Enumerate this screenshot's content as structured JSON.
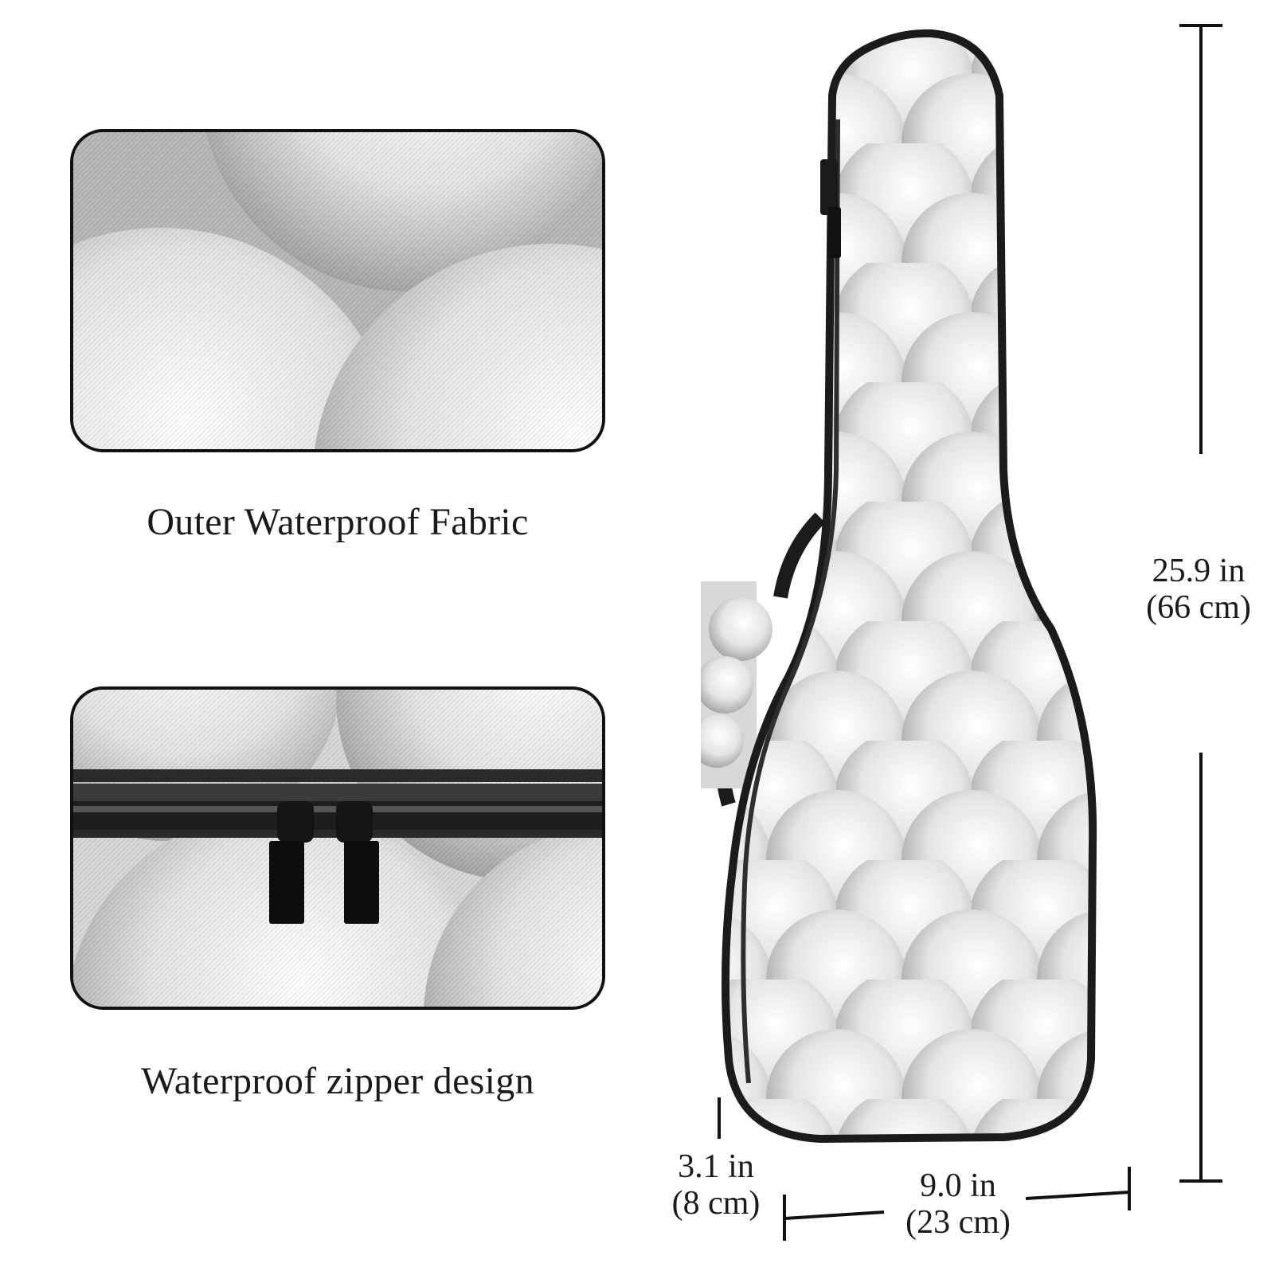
{
  "features": [
    {
      "caption": "Outer Waterproof Fabric"
    },
    {
      "caption": "Waterproof zipper design"
    }
  ],
  "dimensions": {
    "height": {
      "imperial": "25.9 in",
      "metric": "(66 cm)"
    },
    "depth": {
      "imperial": "3.1 in",
      "metric": "(8 cm)"
    },
    "width": {
      "imperial": "9.0 in",
      "metric": "(23 cm)"
    }
  },
  "colors": {
    "pattern_light": "#f8f8f8",
    "pattern_mid": "#cfcfcf",
    "pattern_dark": "#8e8e8e",
    "piping": "#1b1b1b"
  }
}
